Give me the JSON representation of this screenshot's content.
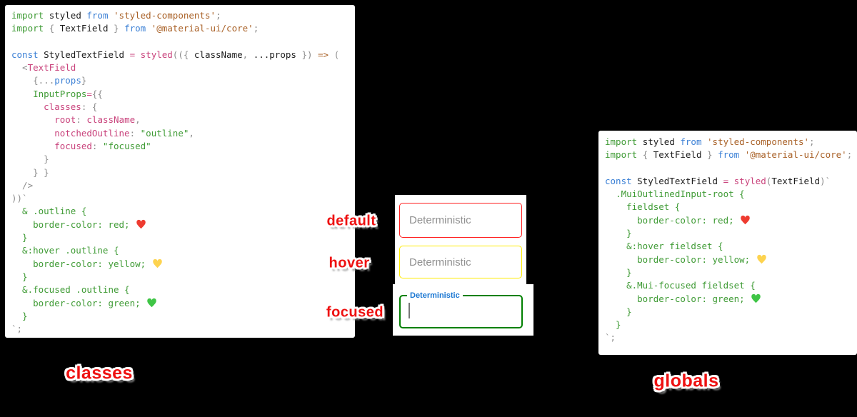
{
  "palette": {
    "background": "#000000",
    "panel_bg": "#ffffff",
    "accent_red": "#ee1111",
    "tokens": {
      "g": "#3f9b35",
      "b": "#3a7fd5",
      "k": "#1c1c1c",
      "m": "#c9437c",
      "s": "#a96127",
      "p": "#8e8e8e"
    },
    "hearts": {
      "red": "#ee3b30",
      "yellow": "#fdd34f",
      "green": "#3fc546"
    },
    "field_borders": {
      "default": "#ff1f1f",
      "hover": "#ffeb00",
      "focused": "#008000"
    },
    "focused_label_color": "#1976d2",
    "placeholder_color": "#909090",
    "caret_color": "#777777"
  },
  "left_code": {
    "lines": [
      [
        [
          "import ",
          "g"
        ],
        [
          "styled ",
          "k"
        ],
        [
          "from ",
          "b"
        ],
        [
          "'styled-components'",
          "s"
        ],
        [
          ";",
          "p"
        ]
      ],
      [
        [
          "import ",
          "g"
        ],
        [
          "{ ",
          "p"
        ],
        [
          "TextField",
          "k"
        ],
        [
          " } ",
          "p"
        ],
        [
          "from ",
          "b"
        ],
        [
          "'@material-ui/core'",
          "s"
        ],
        [
          ";",
          "p"
        ]
      ],
      [],
      [
        [
          "const ",
          "b"
        ],
        [
          "StyledTextField ",
          "k"
        ],
        [
          "= ",
          "m"
        ],
        [
          "styled",
          "m"
        ],
        [
          "(({ ",
          "p"
        ],
        [
          "className",
          "k"
        ],
        [
          ", ",
          "p"
        ],
        [
          "...props",
          "k"
        ],
        [
          " }) ",
          "p"
        ],
        [
          "=> ",
          "s"
        ],
        [
          "(",
          "p"
        ]
      ],
      [
        [
          "  <",
          "p"
        ],
        [
          "TextField",
          "m"
        ]
      ],
      [
        [
          "    {",
          "p"
        ],
        [
          "...",
          "p"
        ],
        [
          "props",
          "b"
        ],
        [
          "}",
          "p"
        ]
      ],
      [
        [
          "    ",
          "k"
        ],
        [
          "InputProps",
          "g"
        ],
        [
          "=",
          "m"
        ],
        [
          "{{",
          "p"
        ]
      ],
      [
        [
          "      ",
          "k"
        ],
        [
          "classes",
          "m"
        ],
        [
          ": ",
          "p"
        ],
        [
          "{",
          "p"
        ]
      ],
      [
        [
          "        ",
          "k"
        ],
        [
          "root",
          "m"
        ],
        [
          ": ",
          "p"
        ],
        [
          "className",
          "m"
        ],
        [
          ",",
          "p"
        ]
      ],
      [
        [
          "        ",
          "k"
        ],
        [
          "notchedOutline",
          "m"
        ],
        [
          ": ",
          "p"
        ],
        [
          "\"outline\"",
          "g"
        ],
        [
          ",",
          "p"
        ]
      ],
      [
        [
          "        ",
          "k"
        ],
        [
          "focused",
          "m"
        ],
        [
          ": ",
          "p"
        ],
        [
          "\"focused\"",
          "g"
        ]
      ],
      [
        [
          "      }",
          "p"
        ]
      ],
      [
        [
          "    } }",
          "p"
        ]
      ],
      [
        [
          "  />",
          "p"
        ]
      ],
      [
        [
          "))`",
          "p"
        ]
      ],
      [
        [
          "  & .outline {",
          "g"
        ]
      ],
      [
        [
          "    border-color: red; ",
          "g"
        ],
        {
          "h": "red"
        }
      ],
      [
        [
          "  }",
          "g"
        ]
      ],
      [
        [
          "  &:hover .outline {",
          "g"
        ]
      ],
      [
        [
          "    border-color: yellow; ",
          "g"
        ],
        {
          "h": "yellow"
        }
      ],
      [
        [
          "  }",
          "g"
        ]
      ],
      [
        [
          "  &.focused .outline {",
          "g"
        ]
      ],
      [
        [
          "    border-color: green; ",
          "g"
        ],
        {
          "h": "green"
        }
      ],
      [
        [
          "  }",
          "g"
        ]
      ],
      [
        [
          "`;",
          "p"
        ]
      ]
    ]
  },
  "right_code": {
    "lines": [
      [
        [
          "import ",
          "g"
        ],
        [
          "styled ",
          "k"
        ],
        [
          "from ",
          "b"
        ],
        [
          "'styled-components'",
          "s"
        ],
        [
          ";",
          "p"
        ]
      ],
      [
        [
          "import ",
          "g"
        ],
        [
          "{ ",
          "p"
        ],
        [
          "TextField",
          "k"
        ],
        [
          " } ",
          "p"
        ],
        [
          "from ",
          "b"
        ],
        [
          "'@material-ui/core'",
          "s"
        ],
        [
          ";",
          "p"
        ]
      ],
      [],
      [
        [
          "const ",
          "b"
        ],
        [
          "StyledTextField ",
          "k"
        ],
        [
          "= ",
          "m"
        ],
        [
          "styled",
          "m"
        ],
        [
          "(",
          "p"
        ],
        [
          "TextField",
          "k"
        ],
        [
          ")`",
          "p"
        ]
      ],
      [
        [
          "  .MuiOutlinedInput-root {",
          "g"
        ]
      ],
      [
        [
          "    fieldset {",
          "g"
        ]
      ],
      [
        [
          "      border-color: red; ",
          "g"
        ],
        {
          "h": "red"
        }
      ],
      [
        [
          "    }",
          "g"
        ]
      ],
      [
        [
          "    &:hover fieldset {",
          "g"
        ]
      ],
      [
        [
          "      border-color: yellow; ",
          "g"
        ],
        {
          "h": "yellow"
        }
      ],
      [
        [
          "    }",
          "g"
        ]
      ],
      [
        [
          "    &.Mui-focused fieldset {",
          "g"
        ]
      ],
      [
        [
          "      border-color: green; ",
          "g"
        ],
        {
          "h": "green"
        }
      ],
      [
        [
          "    }",
          "g"
        ]
      ],
      [
        [
          "  }",
          "g"
        ]
      ],
      [
        [
          "`;",
          "p"
        ]
      ]
    ]
  },
  "states": {
    "default_label": "default",
    "hover_label": "hover",
    "focused_label": "focused"
  },
  "fields": {
    "default_placeholder": "Deterministic",
    "hover_placeholder": "Deterministic",
    "focused_label": "Deterministic"
  },
  "captions": {
    "left": "classes",
    "right": "globals"
  }
}
